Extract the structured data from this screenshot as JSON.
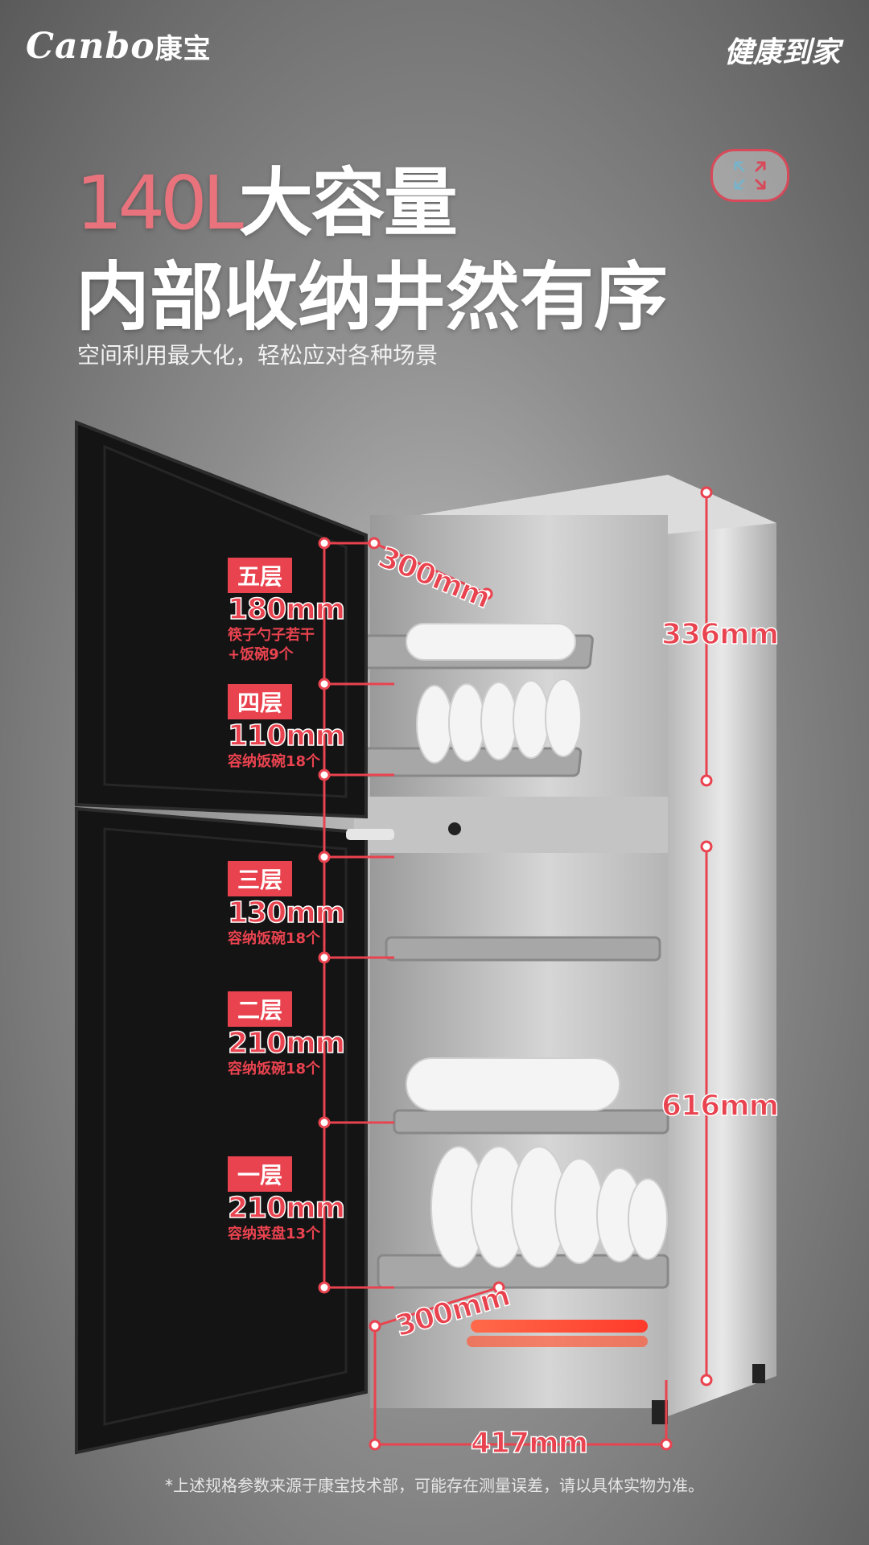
{
  "header": {
    "brand_latin": "Canbo",
    "brand_cn": "康宝",
    "slogan": "健康到家",
    "expand_icon": "expand-arrows-icon"
  },
  "headline": {
    "capacity": "140L",
    "capacity_suffix": "大容量",
    "line2": "内部收纳井然有序",
    "subtitle": "空间利用最大化，轻松应对各种场景"
  },
  "layers": [
    {
      "badge": "五层",
      "height": "180mm",
      "desc1": "筷子勺子若干",
      "desc2": "+饭碗9个"
    },
    {
      "badge": "四层",
      "height": "110mm",
      "desc1": "容纳饭碗18个",
      "desc2": ""
    },
    {
      "badge": "三层",
      "height": "130mm",
      "desc1": "容纳饭碗18个",
      "desc2": ""
    },
    {
      "badge": "二层",
      "height": "210mm",
      "desc1": "容纳饭碗18个",
      "desc2": ""
    },
    {
      "badge": "一层",
      "height": "210mm",
      "desc1": "容纳菜盘13个",
      "desc2": ""
    }
  ],
  "dimensions": {
    "depth_top": "300mm",
    "depth_bottom": "300mm",
    "upper_height": "336mm",
    "lower_height": "616mm",
    "width": "417mm"
  },
  "footnote": "*上述规格参数来源于康宝技术部，可能存在测量误差，请以具体实物为准。",
  "colors": {
    "accent": "#e9434f",
    "cabinet_door": "#141414",
    "steel": "#cfcfcf"
  }
}
